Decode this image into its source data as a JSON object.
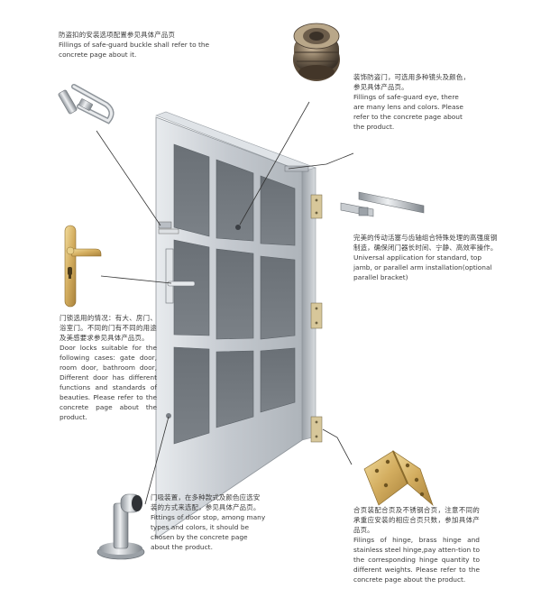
{
  "captions": {
    "buckle": {
      "zh": "防盗扣的安装选项配置参见具体产品页",
      "en": "Fillings of safe-guard buckle shall refer to the concrete page about it."
    },
    "eye": {
      "zh": "装饰防盗门，可选用多种镜头及颜色，参见具体产品页。",
      "en": "Fillings of safe-guard eye, there are many lens and colors. Please refer to the concrete page about the product."
    },
    "closer": {
      "zh": "完美的传动活塞与齿轴组合特殊处理的高强度钢制造，确保闭门器长时间、宁静、高效率操作。",
      "en": "Universal application for standard, top jamb, or parallel arm installation(optional parallel bracket)"
    },
    "lock": {
      "zh": "门锁选用的情况：有大、房门、浴室门。不同的门有不同的用途及美感要求参见具体产品页。",
      "en": "Door locks suitable for the following cases: gate door, room door, bathroom door, Different door has different functions and standards of beauties. Please refer to the concrete page about the product."
    },
    "stop": {
      "zh": "门吸装置，在多种款式及颜色应选安装的方式来选配，参见具体产品页。",
      "en": "Fittings of door stop, among many types and colors, it should be chosen by the concrete page about the product."
    },
    "hinge": {
      "zh": "合页装配合页及不锈钢合页，注意不同的承重应安装的相应合页只数，参加具体产品页。",
      "en": "Filings of hinge, brass hinge and stainless steel hinge,pay atten-tion to the corresponding hinge quantity to different weights. Please refer to the concrete page about the product."
    }
  },
  "colors": {
    "panel_dark": "#6f757b",
    "frame_silver": "#c9ced4",
    "brass": "#d6b46a",
    "leader": "#333333"
  },
  "icons": [
    "safe-guard-buckle-icon",
    "door-eye-viewer-icon",
    "door-closer-arm-icon",
    "lever-handle-icon",
    "door-stop-icon",
    "brass-hinge-icon"
  ]
}
